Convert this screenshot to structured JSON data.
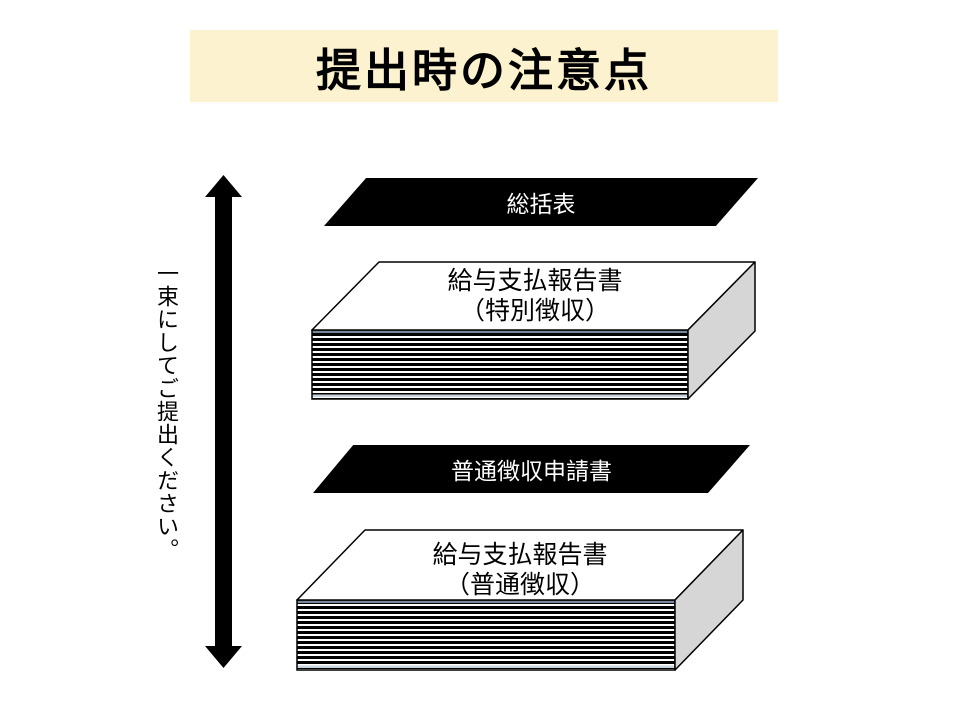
{
  "slide": {
    "title": "提出時の注意点",
    "side_note": "一束にしてご提出ください。",
    "banners": [
      {
        "label": "総括表"
      },
      {
        "label": "普通徴収申請書"
      }
    ],
    "stacks": [
      {
        "line1": "給与支払報告書",
        "line2": "（特別徴収）"
      },
      {
        "line1": "給与支払報告書",
        "line2": "（普通徴収）"
      }
    ],
    "icons": {
      "bundle_arrow": "double-vertical-arrow"
    },
    "colors": {
      "title_bg": "#FCF2CF",
      "banner_bg": "#000000",
      "banner_text": "#FFFFFF",
      "stack_top_face": "#FFFFFF",
      "stack_side_face": "#D6D6D6",
      "stack_stripe": "#000000",
      "stack_stripe_top_edge": "#76879B",
      "arrow": "#000000",
      "text": "#000000"
    }
  }
}
